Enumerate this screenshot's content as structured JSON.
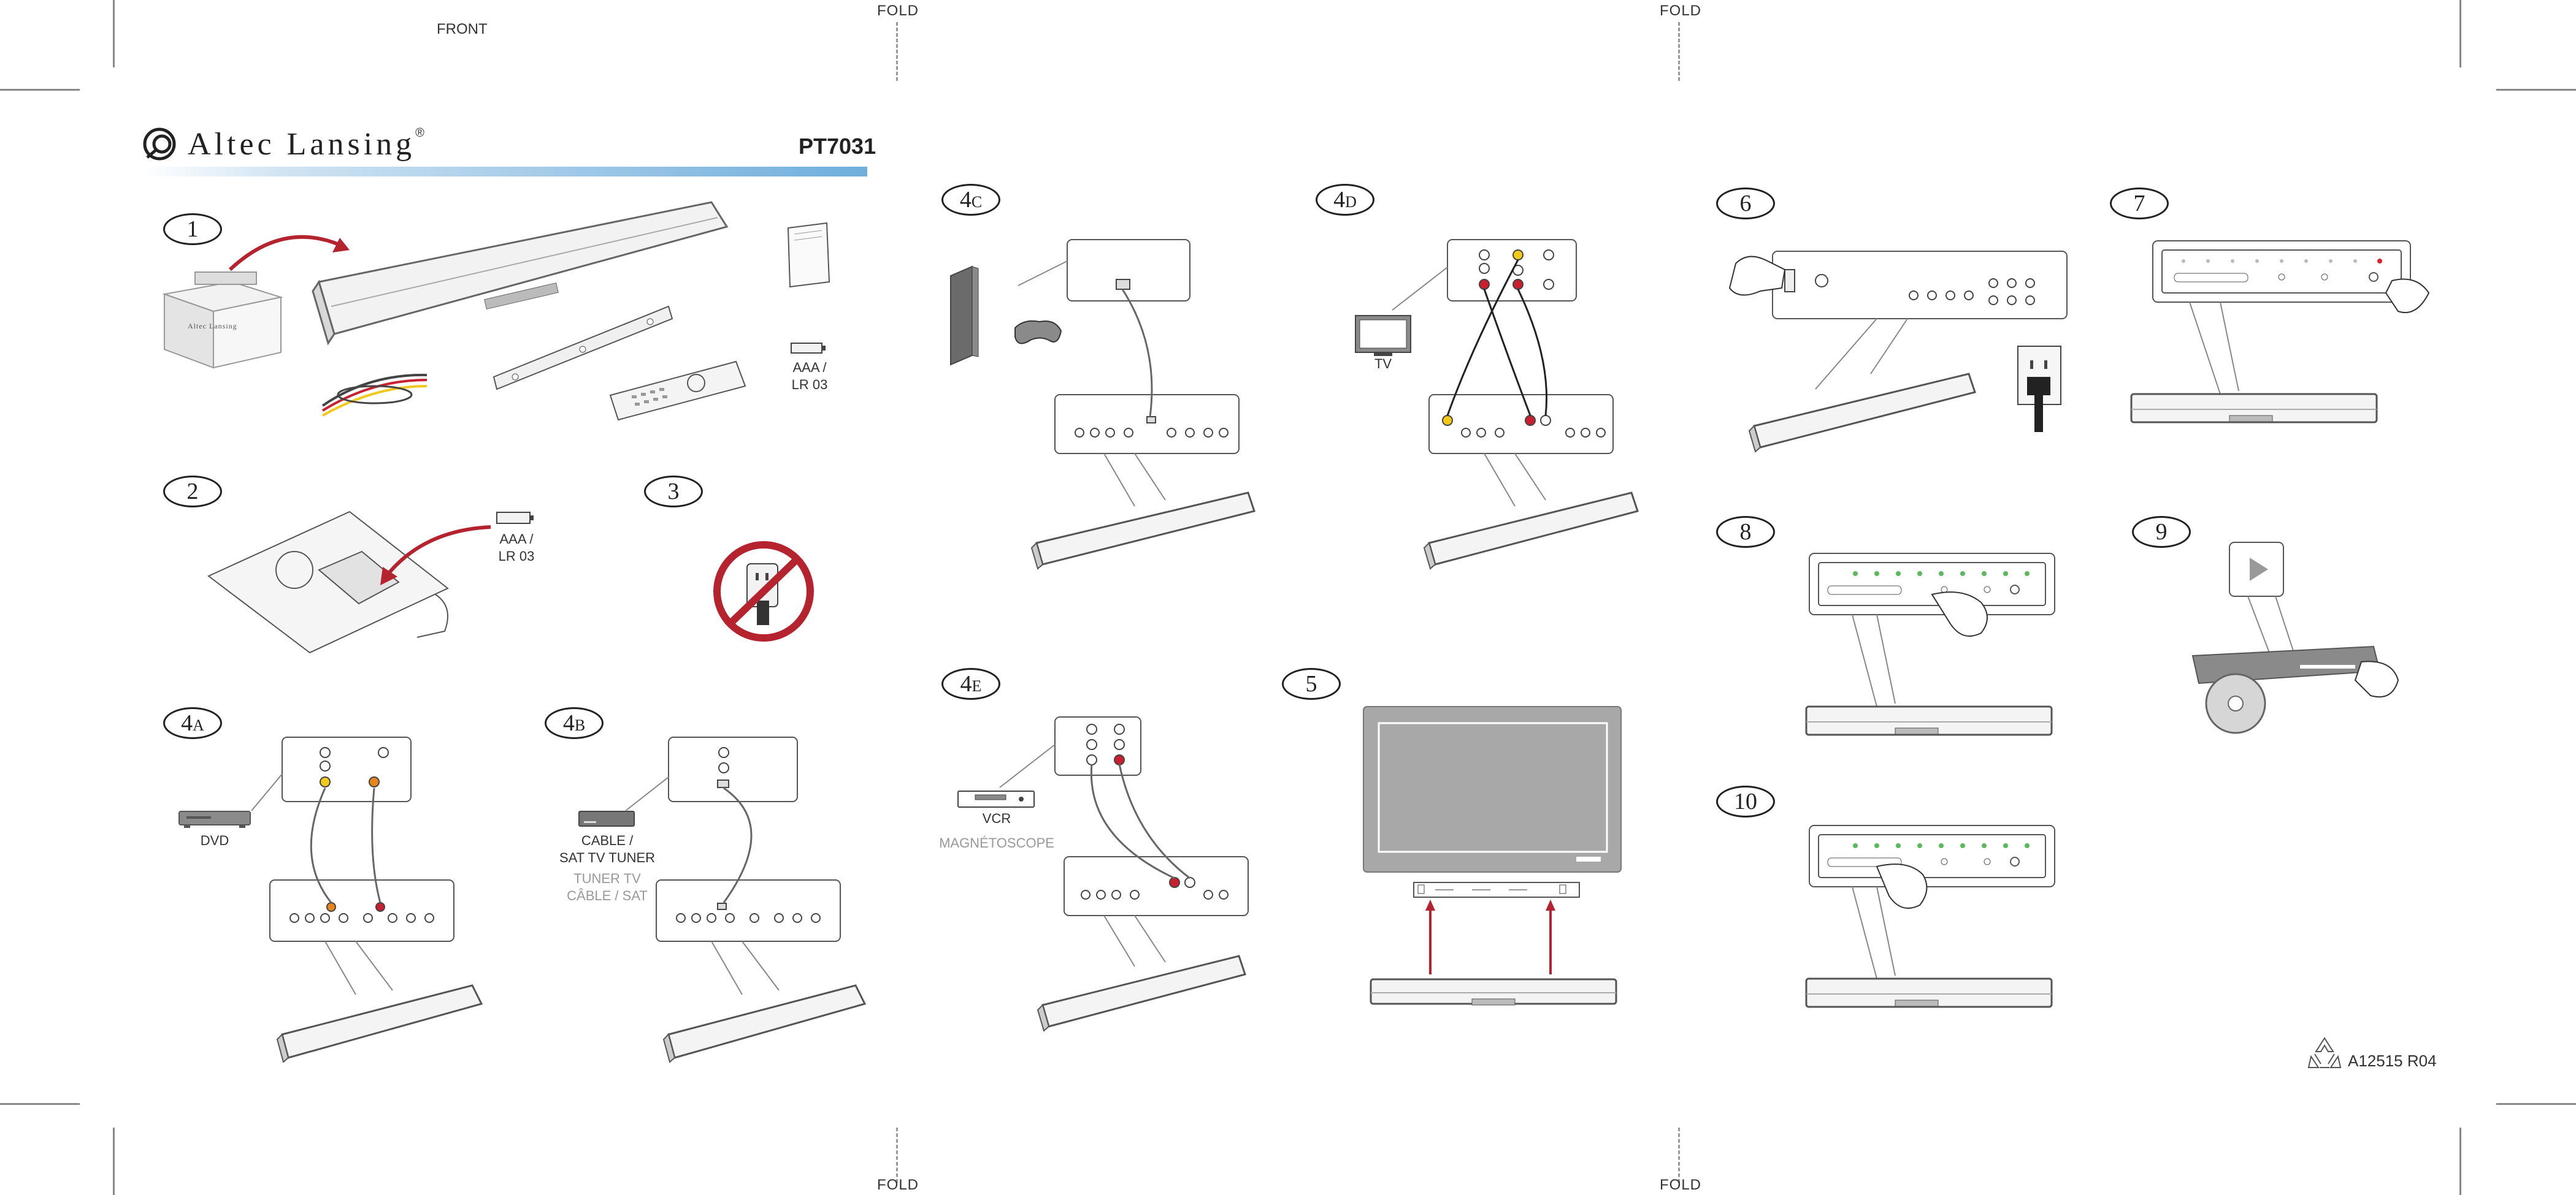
{
  "header": {
    "front_label": "FRONT",
    "fold_labels": [
      "FOLD",
      "FOLD",
      "FOLD",
      "FOLD"
    ],
    "brand": "Altec Lansing",
    "brand_trademark": "®",
    "model": "PT7031",
    "box_brand": "Altec Lansing"
  },
  "steps": {
    "s1": {
      "num": "1"
    },
    "s2": {
      "num": "2"
    },
    "s3": {
      "num": "3"
    },
    "s4a": {
      "num": "4",
      "sub": "A"
    },
    "s4b": {
      "num": "4",
      "sub": "B"
    },
    "s4c": {
      "num": "4",
      "sub": "C"
    },
    "s4d": {
      "num": "4",
      "sub": "D"
    },
    "s4e": {
      "num": "4",
      "sub": "E"
    },
    "s5": {
      "num": "5"
    },
    "s6": {
      "num": "6"
    },
    "s7": {
      "num": "7"
    },
    "s8": {
      "num": "8"
    },
    "s9": {
      "num": "9"
    },
    "s10": {
      "num": "10"
    }
  },
  "captions": {
    "battery_1_a": "AAA /",
    "battery_1_b": "LR 03",
    "battery_2_a": "AAA /",
    "battery_2_b": "LR 03",
    "dvd": "DVD",
    "cable_a": "CABLE /",
    "cable_b": "SAT TV TUNER",
    "cable_fr_a": "TUNER TV",
    "cable_fr_b": "CÂBLE / SAT",
    "tv": "TV",
    "vcr": "VCR",
    "vcr_fr": "MAGNÉTOSCOPE"
  },
  "footer": {
    "part_number": "A12515 R04",
    "recycle_icon": "recycle-icon"
  },
  "colors": {
    "red_arrow": "#b5232f",
    "cable_red": "#c8202f",
    "cable_yellow": "#f2c81a",
    "cable_white": "#ffffff",
    "cable_orange": "#e8841c",
    "led_green": "#5cb85c",
    "led_red": "#d9232e",
    "device_gray": "#8a8a8a",
    "blue_bar": "#6faedc"
  }
}
